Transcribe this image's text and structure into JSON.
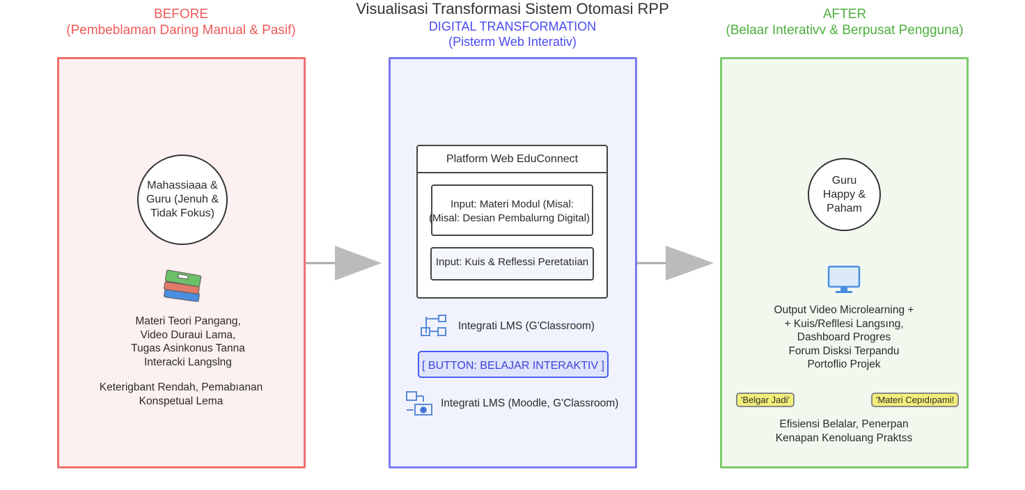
{
  "title": "Visualisasi Transformasi Sistem Otomasi RPP",
  "before": {
    "heading": "BEFORE",
    "subheading": "(Pembeblaman Daring Manual & Pasif)",
    "color": "#f05a5a",
    "persona": "Mahassiaaa & Guru (Jenuh & Tidak Fokus)",
    "icon": "books-icon",
    "description": [
      "Materi Teori Pangang,",
      "Video Duraui Lama,",
      "Tugas Asinkonus Tanna",
      "Interacki Langslng"
    ],
    "outcome": [
      "Keterigbant Rendah, Pemabıanan",
      "Konspetual Lema"
    ]
  },
  "middle": {
    "heading": "DIGITAL TRANSFORMATION",
    "subheading": "(Pisterm Web Interativ)",
    "color": "#4a4af0",
    "platform_title": "Platform Web EduConnect",
    "input1": [
      "Input: Materi Modul (Misal:",
      "(Misal: Desian Pembalurng Digital)"
    ],
    "input2": "Input: Kuis & Reflessi Peretatıian",
    "lms1": "Integrati LMS (G'Classroom)",
    "button": "[ BUTTON: BELAJAR INTERAKTIV ]",
    "lms2": "Integrati LMS (Moodle, G'Classroom)"
  },
  "after": {
    "heading": "AFTER",
    "subheading": "(Belaar Interativv & Berpusat Pengguna)",
    "color": "#4caf3c",
    "persona": "Guru Happy & Paham",
    "icon": "monitor-icon",
    "description": [
      "Output Video Microlearning +",
      "+ Kuis/Refllesi Langsıng,",
      "Dashboard Progres",
      "Forum Disksi Terpandu",
      "Portoflio Projek"
    ],
    "badges": [
      "'Belgar Jadi'",
      "'Materi Cepıdıpami!"
    ],
    "outcome": [
      "Efisiensi Belalar, Penerpan",
      "Kenapan Kenoluang Praktss"
    ]
  }
}
